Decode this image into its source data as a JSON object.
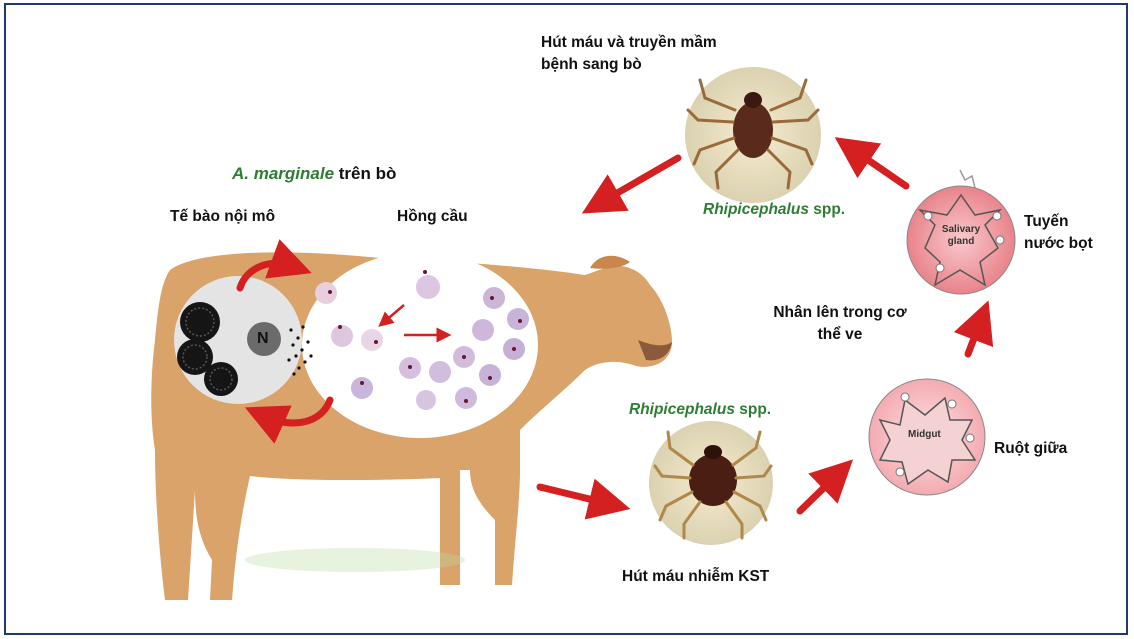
{
  "title": {
    "italic": "A. marginale",
    "rest": " trên bò"
  },
  "labels": {
    "endothelial": "Tế bào nội mô",
    "rbc": "Hồng cầu",
    "feed_transmit_line1": "Hút máu và truyền mầm",
    "feed_transmit_line2": "bệnh sang bò",
    "tick_upper_italic": "Rhipicephalus",
    "tick_upper_rest": " spp.",
    "tick_lower_italic": "Rhipicephalus",
    "tick_lower_rest": " spp.",
    "salivary_line1": "Tuyến",
    "salivary_line2": "nước bọt",
    "multiply_line1": "Nhân lên trong cơ",
    "multiply_line2": "thể ve",
    "midgut": "Ruột giữa",
    "feed_infected": "Hút máu nhiễm KST",
    "nucleus": "N",
    "salivary_inner_line1": "Salivary",
    "salivary_inner_line2": "gland",
    "midgut_inner": "Midgut"
  },
  "colors": {
    "arrow": "#d42020",
    "border": "#1f3a6e",
    "title_green": "#2e7d32",
    "cow": "#d9a36a"
  }
}
